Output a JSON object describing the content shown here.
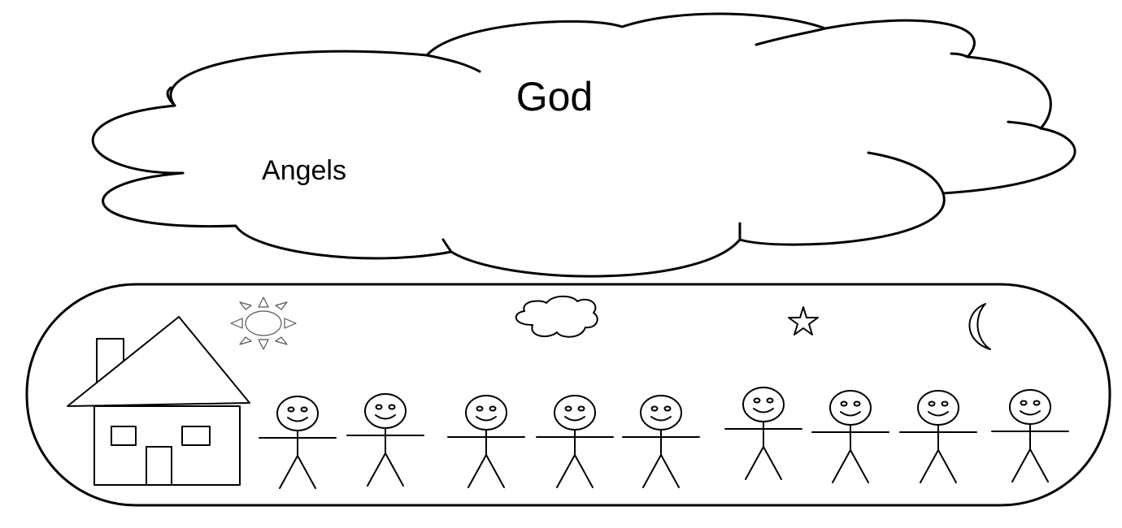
{
  "heaven": {
    "title": "God",
    "subtitle": "Angels"
  },
  "earth": {
    "symbols": [
      "sun-icon",
      "cloud-icon",
      "star-icon",
      "moon-icon",
      "house-icon"
    ],
    "people_count": 9
  }
}
